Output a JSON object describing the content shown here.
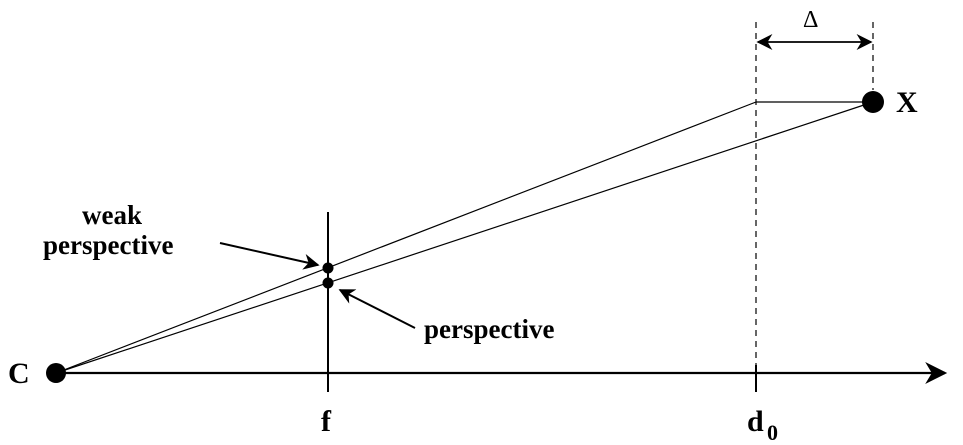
{
  "labels": {
    "camera_center": "C",
    "point": "X",
    "focal_length": "f",
    "depth_base": "d",
    "depth_subscript": "0",
    "delta": "Δ",
    "weak_perspective_line1": "weak",
    "weak_perspective_line2": "perspective",
    "perspective": "perspective"
  },
  "colors": {
    "ink": "#000000",
    "background": "#ffffff"
  }
}
